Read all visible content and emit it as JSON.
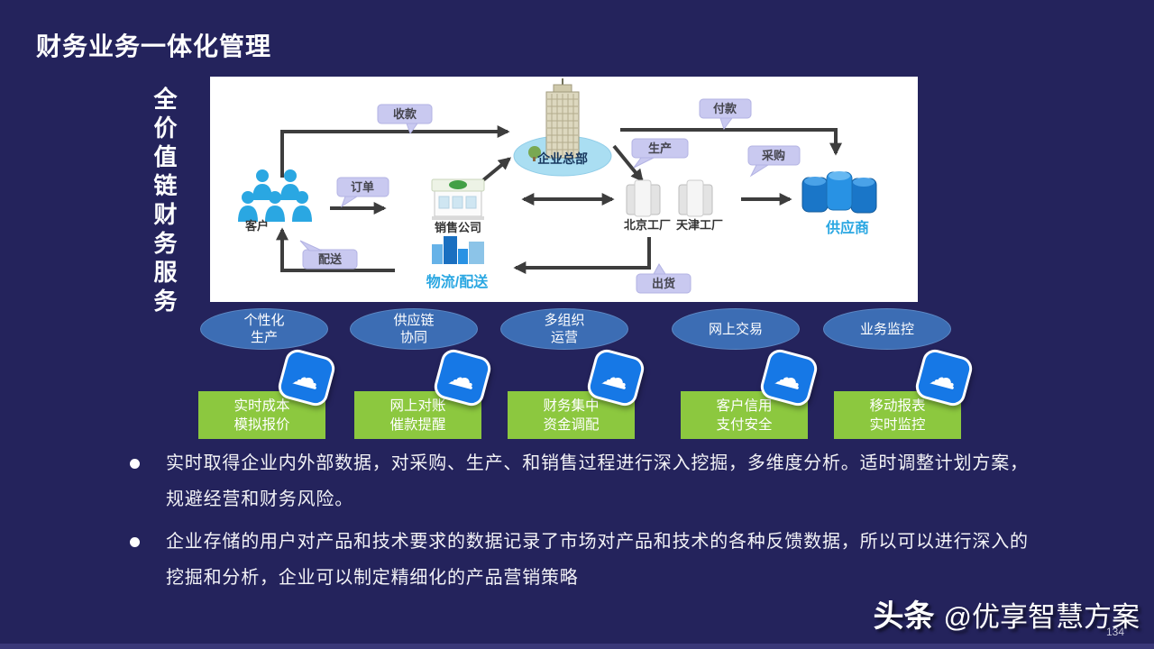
{
  "slide": {
    "title": "财务业务一体化管理",
    "side_label": "全价值链财务服务",
    "page_number": "134"
  },
  "diagram": {
    "nodes": {
      "customers": "客户",
      "sales_company": "销售公司",
      "headquarters": "企业总部",
      "beijing_factory": "北京工厂",
      "tianjin_factory": "天津工厂",
      "supplier": "供应商",
      "logistics": "物流/配送"
    },
    "flows": {
      "receive_payment": "收款",
      "order": "订单",
      "delivery": "配送",
      "payment": "付款",
      "production": "生产",
      "procurement": "采购",
      "shipment": "出货"
    }
  },
  "capabilities": [
    {
      "bubble_line1": "个性化",
      "bubble_line2": "生产",
      "box_line1": "实时成本",
      "box_line2": "模拟报价"
    },
    {
      "bubble_line1": "供应链",
      "bubble_line2": "协同",
      "box_line1": "网上对账",
      "box_line2": "催款提醒"
    },
    {
      "bubble_line1": "多组织",
      "bubble_line2": "运营",
      "box_line1": "财务集中",
      "box_line2": "资金调配"
    },
    {
      "bubble_line1": "网上交易",
      "bubble_line2": "",
      "box_line1": "客户信用",
      "box_line2": "支付安全"
    },
    {
      "bubble_line1": "业务监控",
      "bubble_line2": "",
      "box_line1": "移动报表",
      "box_line2": "实时监控"
    }
  ],
  "bullets": [
    "实时取得企业内外部数据，对采购、生产、和销售过程进行深入挖掘，多维度分析。适时调整计划方案，规避经营和财务风险。",
    "企业存储的用户对产品和技术要求的数据记录了市场对产品和技术的各种反馈数据，所以可以进行深入的挖掘和分析，企业可以制定精细化的产品营销策略"
  ],
  "footer": {
    "brand": "头条",
    "handle": "@优享智慧方案"
  },
  "icons": {
    "cloud_glyph": "☁"
  },
  "colors": {
    "background": "#24235c",
    "bubble_blue": "#3c6db4",
    "box_green": "#8cc83f",
    "cloud_blue": "#1678e6",
    "callout_lavender": "#c9c9f0",
    "diagram_accent_blue": "#2aa7e2",
    "hq_ellipse_blue": "#aadef2",
    "arrow": "#3d3d3d",
    "panel": "#ffffff",
    "text": "#ffffff"
  }
}
